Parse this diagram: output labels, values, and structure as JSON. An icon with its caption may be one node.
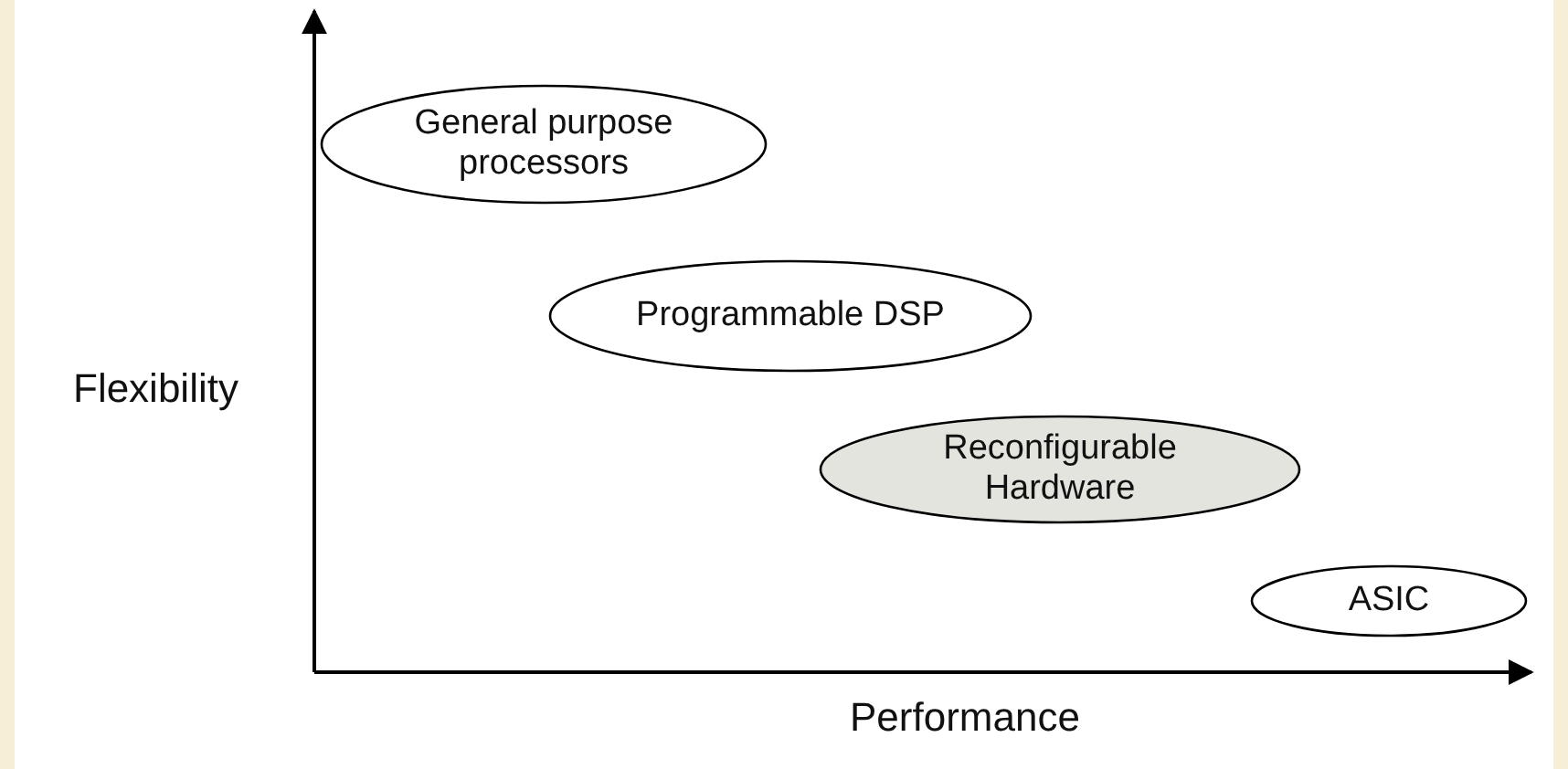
{
  "diagram": {
    "nodes": [
      {
        "text": [
          "General purpose processors"
        ]
      },
      {
        "text": [
          "Programmable DSP"
        ]
      },
      {
        "text": [
          "Reconfigurable Hardware"
        ]
      },
      {
        "text": [
          "ASIC"
        ]
      }
    ],
    "labels": [
      "Flexibility",
      "Performance"
    ]
  }
}
